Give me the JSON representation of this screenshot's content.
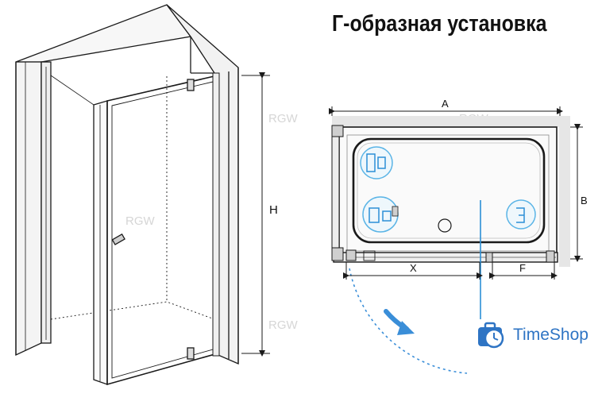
{
  "title": "Г-образная установка",
  "dimensions": {
    "height": "H",
    "width_a": "A",
    "depth_b": "B",
    "door_x": "X",
    "fixed_f": "F"
  },
  "watermark": "RGW",
  "brand": {
    "name": "TimeShop",
    "icon": "clock-suitcase-icon",
    "color": "#2e74c4"
  },
  "colors": {
    "line": "#1a1a1a",
    "wall": "#e6e6e6",
    "accent": "#2b8fd6",
    "arc": "#3a8ed8",
    "badge": "#5ab4e6"
  }
}
